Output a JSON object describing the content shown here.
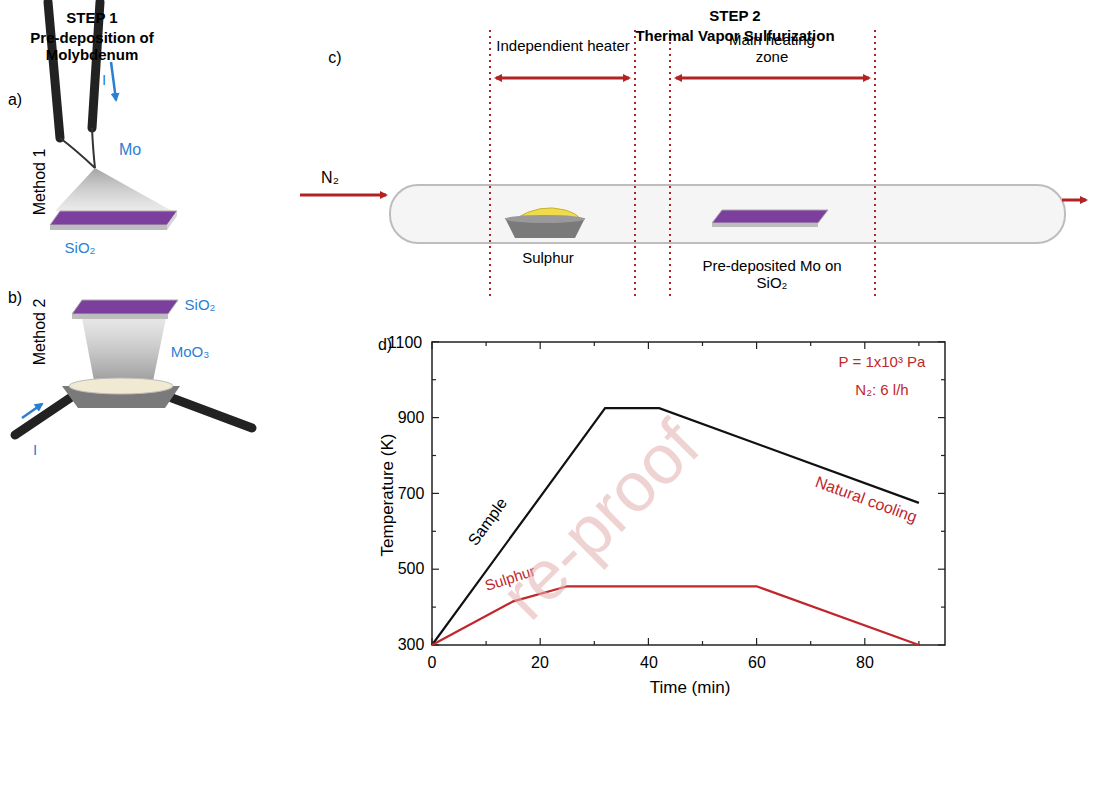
{
  "diagram": {
    "labels": [
      "STEP 1",
      "Pre-deposition of Molybdenum",
      "STEP 2",
      "Thermal Vapor Sulfurization",
      "a)",
      "I",
      "Mo",
      "Method 1",
      "SiO₂",
      "b)",
      "SiO₂",
      "Method 2",
      "MoO₃",
      "I",
      "c)",
      "Independient heater",
      "Main heating zone",
      "N₂",
      "Sulphur",
      "Pre-deposited Mo on SiO₂",
      "d)",
      "1100",
      "900",
      "700",
      "500",
      "300",
      "0",
      "20",
      "40",
      "60",
      "80",
      "Temperature (K)",
      "Time (min)",
      "P = 1x10³ Pa",
      "N₂: 6 l/h",
      "Sample",
      "Sulphur",
      "Natural cooling",
      "re-proof"
    ]
  }
}
